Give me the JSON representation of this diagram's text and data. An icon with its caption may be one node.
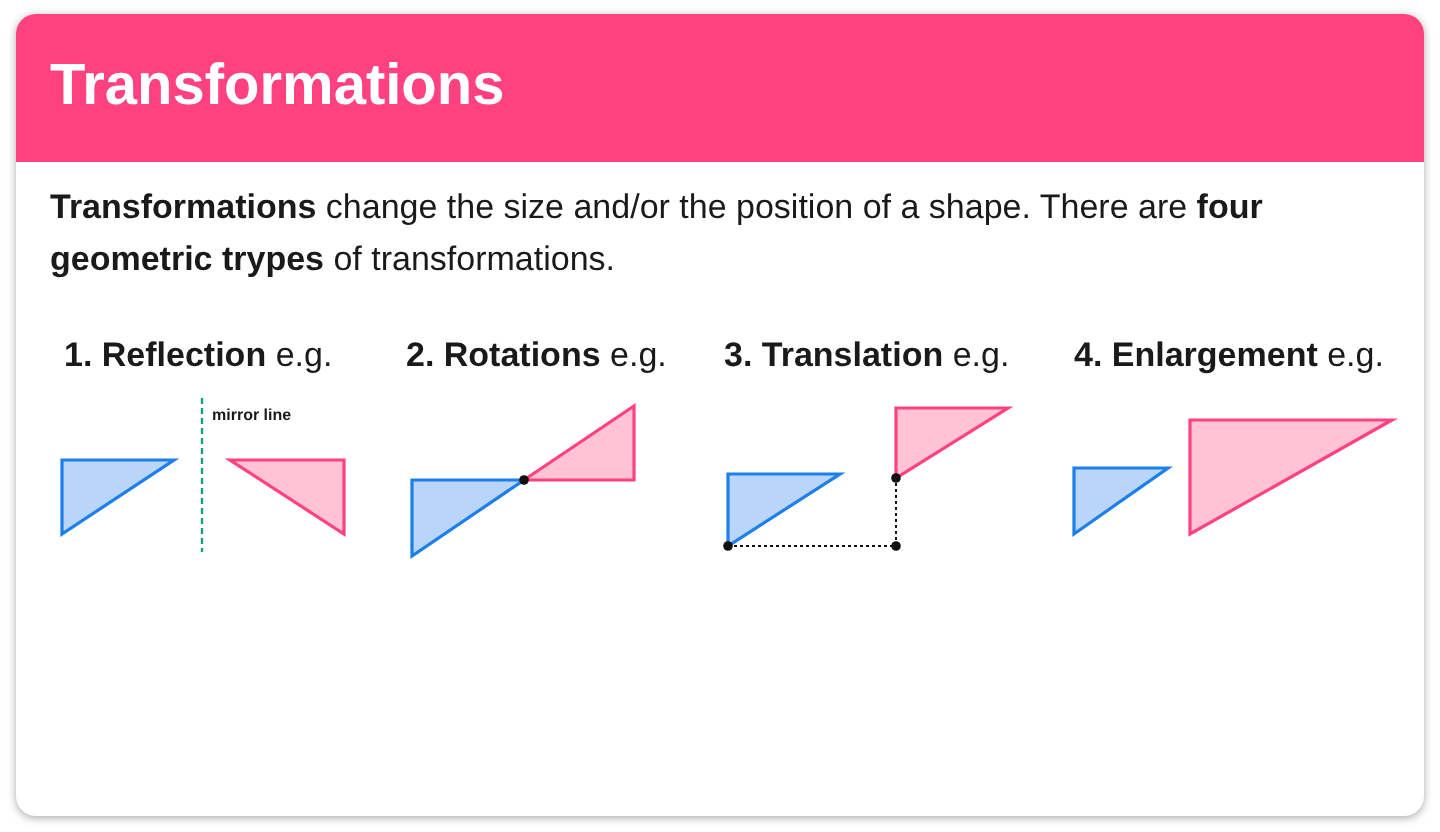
{
  "diagram": {
    "title": "Transformations",
    "labels": [
      "**Transformations** change the size and/or the position of a shape. There are **four geometric trypes** of transformations.",
      "**1. Reflection** e.g.",
      "**2. Rotations** e.g.",
      "**3. Translation** e.g.",
      "**4. Enlargement** e.g.",
      "mirror line"
    ]
  }
}
